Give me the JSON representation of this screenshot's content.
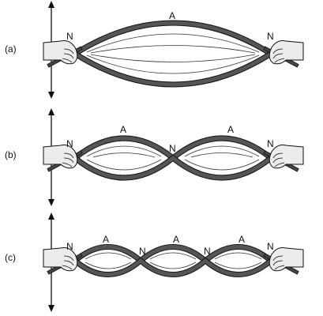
{
  "panels": [
    {
      "id": "a",
      "label": "(a)",
      "node_left": "N",
      "node_right": "N",
      "antinodes": [
        "A"
      ],
      "interior_nodes": []
    },
    {
      "id": "b",
      "label": "(b)",
      "node_left": "N",
      "node_right": "N",
      "antinodes": [
        "A",
        "A"
      ],
      "interior_nodes": [
        "N"
      ]
    },
    {
      "id": "c",
      "label": "(c)",
      "node_left": "N",
      "node_right": "N",
      "antinodes": [
        "A",
        "A",
        "A"
      ],
      "interior_nodes": [
        "N",
        "N"
      ]
    }
  ]
}
